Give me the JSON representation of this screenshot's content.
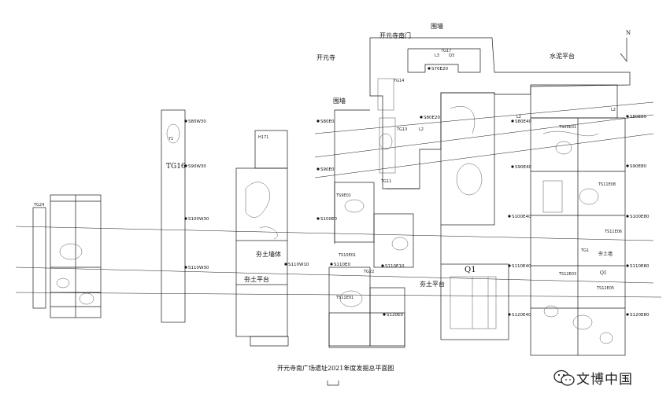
{
  "title": "开元寺南广场遗址2021年度发掘总平面图",
  "watermark": {
    "text": "文博中国",
    "icon": "wechat-icon"
  },
  "north_label": "N",
  "labels": {
    "weiqiang_top": "围墙",
    "kaiyuansi_nanmen": "开元寺南门",
    "kaiyuansi": "开元寺",
    "shuini_pingtai": "水泥平台",
    "weiqiang_mid": "围墙",
    "tg16": "TG16",
    "hangtu_qiangti": "夯土墙体",
    "hangtu_pingtai_left": "夯土平台",
    "hangtu_pingtai_right": "夯土平台",
    "hangtu_qiang_right": "夯土墙",
    "q1_center": "Q1",
    "q1_right": "Q1",
    "tg24": "TG24",
    "tg17": "TG17",
    "tg14": "TG14",
    "tg13": "TG13",
    "tg11": "TG11",
    "tg22": "TG22",
    "tg1": "TG1",
    "ts11e08": "TS11E08",
    "ts11e06": "TS11E06",
    "ts12e03": "TS12E03",
    "ts12e05": "TS12E05",
    "ts9e01": "TS9E01",
    "ts10e01": "TS10E01",
    "ts11e01": "TS11E01",
    "ts09e01": "TS09E01",
    "h171": "H171",
    "l2_a": "L2",
    "l2_b": "L2",
    "l2_c": "L2",
    "y1": "Y1",
    "l3": "L3",
    "q3": "Q3"
  },
  "grid_points": [
    "S80W30",
    "S90W30",
    "S100W30",
    "S110W30",
    "S110W10",
    "S80E0",
    "S90E0",
    "S100E0",
    "S110E0",
    "S120E0",
    "S110E10",
    "S80E20",
    "S70E20",
    "S80E40",
    "S90E40",
    "S100E40",
    "S110E40",
    "S120E40",
    "S80E80",
    "S90E80",
    "S100E80",
    "S110E80",
    "S120E80"
  ],
  "colors": {
    "line": "#1a1a1a",
    "fill": "#ffffff",
    "feature": "#555555"
  }
}
